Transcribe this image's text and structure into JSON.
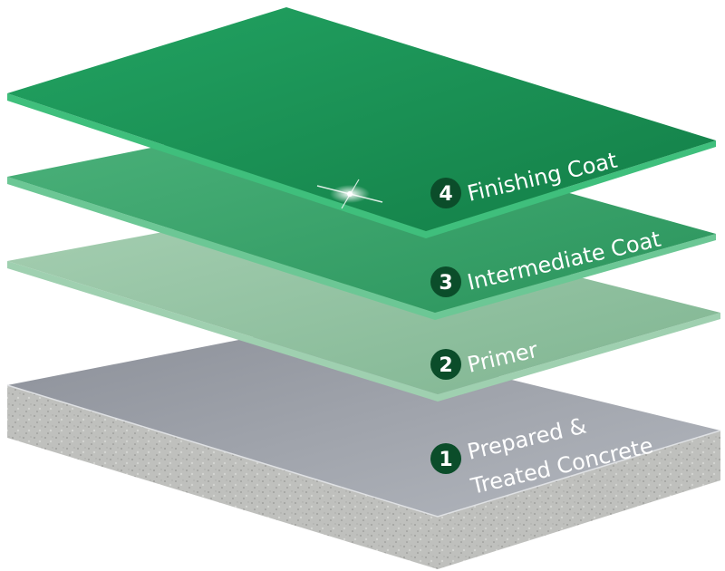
{
  "layers": [
    {
      "number": "1",
      "label_lines": [
        "Prepared &",
        "Treated Concrete"
      ],
      "color": "#a4a8b0"
    },
    {
      "number": "2",
      "label_lines": [
        "Primer"
      ],
      "color": "#8fbe9e"
    },
    {
      "number": "3",
      "label_lines": [
        "Intermediate Coat"
      ],
      "color": "#35a068"
    },
    {
      "number": "4",
      "label_lines": [
        "Finishing Coat"
      ],
      "color": "#1a8a52"
    }
  ],
  "badge_color": "#0b4d2a"
}
